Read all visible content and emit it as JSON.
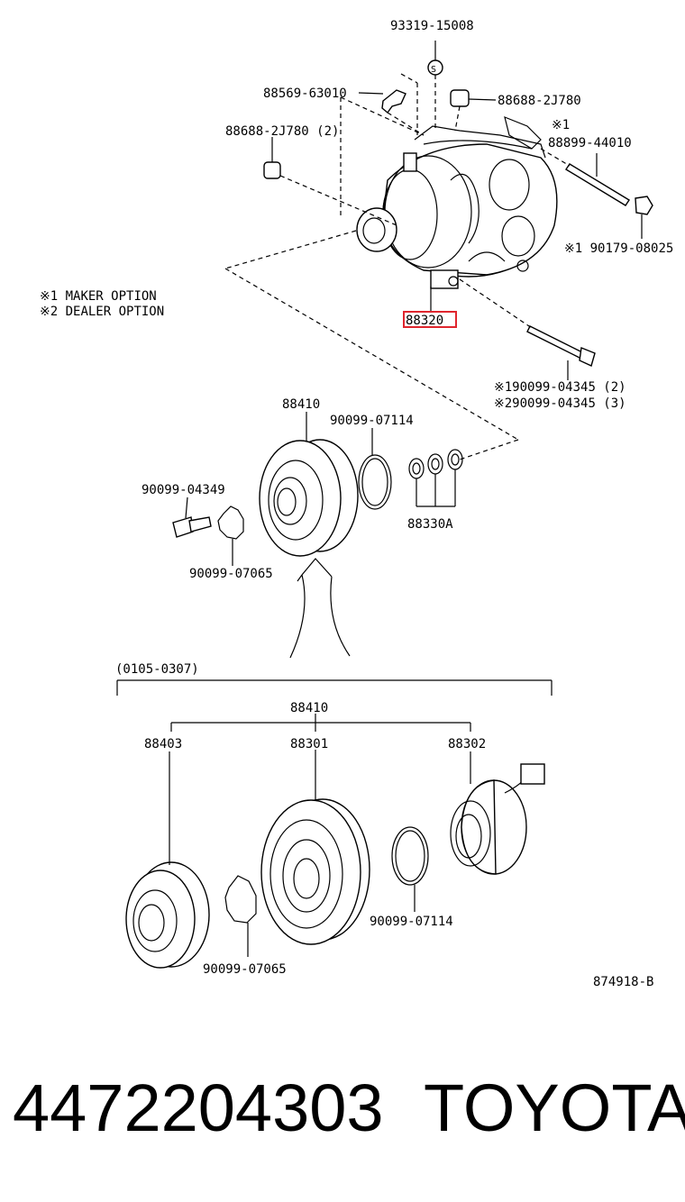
{
  "labels": {
    "p93319": "93319-15008",
    "p88569": "88569-63010",
    "p88688a": "88688-2J780",
    "p88688b": "88688-2J780 (2)",
    "opt1_mark": "※1",
    "p88899": "88899-44010",
    "p90179": "※1 90179-08025",
    "maker_option": "※1  MAKER OPTION",
    "dealer_option": "※2  DEALER OPTION",
    "p88320": "88320",
    "p90099_04345a": "※190099-04345 (2)",
    "p90099_04345b": "※290099-04345 (3)",
    "p88410_top": "88410",
    "p90099_07114_top": "90099-07114",
    "p90099_04349": "90099-04349",
    "p88330a": "88330A",
    "p90099_07065_top": "90099-07065",
    "date_range": "(0105-0307)",
    "p88410_bottom": "88410",
    "p88403": "88403",
    "p88301": "88301",
    "p88302": "88302",
    "p90099_07114_bottom": "90099-07114",
    "p90099_07065_bottom": "90099-07065",
    "diagram_code": "874918-B"
  },
  "footer": {
    "part_number": "4472204303",
    "brand": "TOYOTA"
  },
  "colors": {
    "highlight": "#e0262e",
    "ink": "#000000"
  }
}
